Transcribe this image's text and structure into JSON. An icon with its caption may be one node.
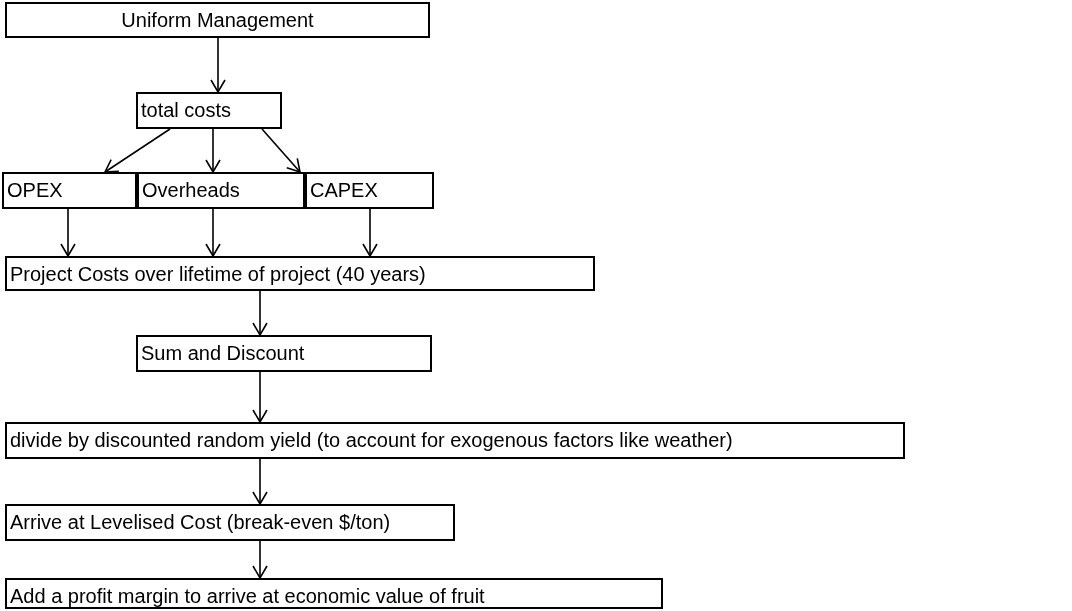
{
  "diagram": {
    "nodes": [
      {
        "text": [
          "Uniform Management"
        ]
      },
      {
        "text": [
          "total costs"
        ]
      },
      {
        "text": [
          "OPEX"
        ]
      },
      {
        "text": [
          "Overheads"
        ]
      },
      {
        "text": [
          "CAPEX"
        ]
      },
      {
        "text": [
          "Project Costs over lifetime of project (40 years)"
        ]
      },
      {
        "text": [
          "Sum and Discount"
        ]
      },
      {
        "text": [
          "divide by discounted random yield (to account for exogenous factors like weather)"
        ]
      },
      {
        "text": [
          "Arrive at Levelised Cost (break-even $/ton)"
        ]
      },
      {
        "text": [
          "Add a profit margin to arrive at economic value of fruit"
        ]
      }
    ],
    "edges": [
      {
        "from": 0,
        "to": 1,
        "arrow": "to"
      },
      {
        "from": 1,
        "to": 2,
        "arrow": "to"
      },
      {
        "from": 1,
        "to": 3,
        "arrow": "to"
      },
      {
        "from": 1,
        "to": 4,
        "arrow": "to"
      },
      {
        "from": 2,
        "to": 5,
        "arrow": "to"
      },
      {
        "from": 3,
        "to": 5,
        "arrow": "to"
      },
      {
        "from": 4,
        "to": 5,
        "arrow": "to"
      },
      {
        "from": 5,
        "to": 6,
        "arrow": "to"
      },
      {
        "from": 6,
        "to": 7,
        "arrow": "to"
      },
      {
        "from": 7,
        "to": 8,
        "arrow": "to"
      },
      {
        "from": 8,
        "to": 9,
        "arrow": "to"
      }
    ]
  }
}
